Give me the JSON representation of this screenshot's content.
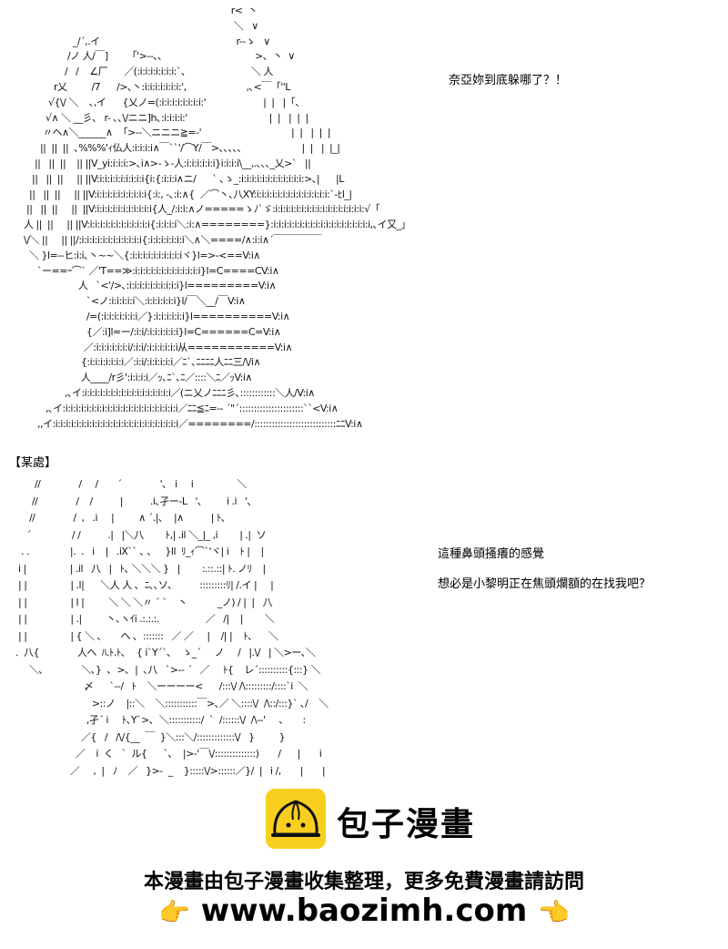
{
  "panel1": {
    "dialogue": "奈亞妳到底躲哪了？！",
    "art_lines": [
      "                                                                              r<  丶",
      "                                                                               ＼   ∨",
      "                    _/´,.イ                                                  r--ゝ   ∨",
      "                  /ノ 人/￣]       「'>--､､                                  >､  丶  ∨",
      "                 /   /    ∠厂      ／(:i:i:i:i:i:i:i:`､                        ＼ 人",
      "             r乂         /7      />､丶:i:i:i:i:i:i:i:',                      ,､<￣「''L",
      "           √{\\/ ＼    ､,イ      {乂ノ=(:i:i:i:i:i:i:i:i:'                     |  |   |「、",
      "          √∧ ＼ __彡、 r- ､､\\/ニニ]h､:i:i:i:i:'                              |  |   |  |  |",
      "         〃ヘ∧＼______∧  「>--＼ニニニ≧=-'                                 |  |   |  |  |",
      "        ||  ||  ||  ､%%%'ｨ仏人:i:i:i:i∧￣``'/⌒Y/￣>､､､､､                      |  |   |  |_|",
      "      ||   ||  ||    || ||V_yi:i:i:i:>､i∧>-ゝ-人:i:i:i:i:i:i}i:i:i:i\\__,.､､､_乂>`   ||",
      "     ||   ||  ||     || ||V:i:i:i:i:i:i:i:i:i{i:{:i:i:i∧ニ/      ` ､ゝ_:i:i:i:i:i:i:i:i:i:i:i:i:>､|      |L",
      "    ||   ||  ||     || ||V:i:i:i:i:i:i:i:i:i:i{:i:, -､:i:∧{  ／⌒丶､八XY:i:i:i:i:i:i:i:i:i:i:i:i:i:i:`-ﾋl_|",
      "   ||   ||  ||     ||  ||V:i:i:i:i:i:i:i:i:i:i:i{人_/:i:i:∧ノ=====ゝﾉ`ゞ:i:i:i:i:i:i:i:i:i:i:i:i:i:i:i:i:i:√「",
      "  人 ||  ||     || ||V:i:i:i:i:i:i:i:i:i:i:i:i{:i:i:i:i＼:i:∧========}:i:i:i:i:i:i:i:i:i:i:i:i:i:i:i:i:i:i:i,､イ又_」",
      "  \\/＼ ||     || ||/:i:i:i:i:i:i:i:i:i:i:i:i{:i:i:i:i:i:i:i＼∧＼====/∧:i:i∧´￣￣￣￣￣",
      "    ＼ }l=--ヒ:i:i､丶~~＼{:i:i:i:i:i:i:i:i:i:iヾ}l=>-<==V:i∧",
      "       `ー==ｰ⌒` ／'T==≫:i:i:i:i:i:i:i:i:i:i:i:i:i}l=C====CV:i∧",
      "                      人   `<'/>､:i:i:i:i:i:i:i:i:i:i}l=========V:i∧",
      "                         `<ノ:i:i:i:i:i＼:i:i:i:i:i:i}l/￣＼__/￣V:i∧",
      "                         /=(:i:i:i:i:i:i:i／}:i:i:i:i:i:i}l==========V:i∧",
      "                         {／:i]l=ー/:i:i/:i:i:i:i:i:i}l=C======C=V:i∧",
      "                        ／:i:i:i:i:i:i:i/:i:i/:i:i:i:i:i:i从===========V:i∧",
      "                       {:i:i:i:i:i:i:i／:i:i/:i:i:i:i:i／ﾆ`､ﾆﾆﾆﾆ人ﾆﾆ三/\\/i∧",
      "                       人____/r彡':i:i:i:i／ｯ､ﾆ`､ﾆ／::::＼ﾆ／ｯV:i∧",
      "                 ,､イ:i:i:i:i:i:i:i:i:i:i:i:i:i:i:i:i:i／(ニ乂ノﾆﾆﾆ彡､::::::::::::＼人/V:i∧",
      "          ,､イ:i:i:i:i:i:i:i:i:i:i:i:i:i:i:i:i:i:i:i:i:i:i／ﾆﾆ≦ﾆ=-- ´\"´::::::::::::::::::::::``<V:i∧",
      "       ,,イ:i:i:i:i:i:i:i:i:i:i:i:i:i:i:i:i:i:i:i:i:i:i:i:i／========/::::::::::::::::::::::::::::ﾆﾆV:i∧"
    ]
  },
  "panel2": {
    "place_label": "【某處】",
    "dialogue": [
      "這種鼻頭搔癢的感覺",
      "想必是小黎明正在焦頭爛額的在找我吧？"
    ],
    "art_lines": [
      "          //              /     /       ´              '､   i     i                ＼",
      "         //              /    /          |          .i､孑ー-L   '､         i .i   '､",
      "        //              /  ,   .i     |         ∧ ´.|､    |∧          | ﾄ､",
      "       ´               / /          .|   |＼八        ﾄ,| .il ＼_|_ ,i        | .|  ソ",
      "     . .               |.  .   i    |   .iX`` ､ ､     }ll  ﾘ_ｨ⌒`'ヾ| i    ﾄ |    |",
      "    i |                | .il   八   |   ﾄ､ ＼＼＼ }   |        :.::.::| ﾄ. ノﾘ    |",
      "    | |                | .l|      ＼人 人 ､  ﾆ､､ソ､          :::::::::ﾘ| /.イ |     |",
      "    | |                | l |         ＼ ＼ ＼〃 ´ `    丶           _ノ) / |  |   八",
      "    | |                | .|         丶､ヽｲi .:.:.:.                 ／   /|    |        ＼",
      "    | |                | { ＼ ､       ヘ ､  :::::::   ／ ／     |    /| |    ﾄ､      ＼",
      "   .  八{              人ヘ  ﾊ.ﾄ.ﾄ､    { i`Y´`､    ゝ_´     ノ     /   |.\\/   | ＼>ー､＼",
      "        ＼､              ＼､}  ､  >､  |  ､八   `>-- ´   ／     ﾄ{    レ´::::::::::{:::} ＼",
      "                            〆      `--/   ﾄ    ＼ーーーー<      /:::\\/ /\\:::::::::/::::`i  ＼",
      "                               >::ノ    |::＼    ＼:::::::::::￣>､／ ＼::::\\/  /\\::/:::}` ､/    ＼",
      "                             ,孑´ i     ﾄ､Y`>､  ＼:::::::::::/  `  /::::::\\/  /\\--'     ､       :",
      "                           ／{   /   /\\/{__  ￣  }＼:::＼/:::::::::::::\\/   }         }",
      "                         ／    i  く   `  ル{      `、  |>-'￣\\/::::::::::::::)       /      |       i",
      "                       ／     ,  |   ﾉ    ／   }>-  _    }:::::\\/>::::::／}/  |   i /,       |       |"
    ]
  },
  "footer": {
    "brand": "包子漫畫",
    "notice": "本漫畫由包子漫畫收集整理，更多免費漫畫請訪問",
    "url": "www.baozimh.com",
    "hand_icon": "👉",
    "hand_icon_left": "👉",
    "hand_icon_right": "👈",
    "logo_color": "#f9cf1f"
  }
}
